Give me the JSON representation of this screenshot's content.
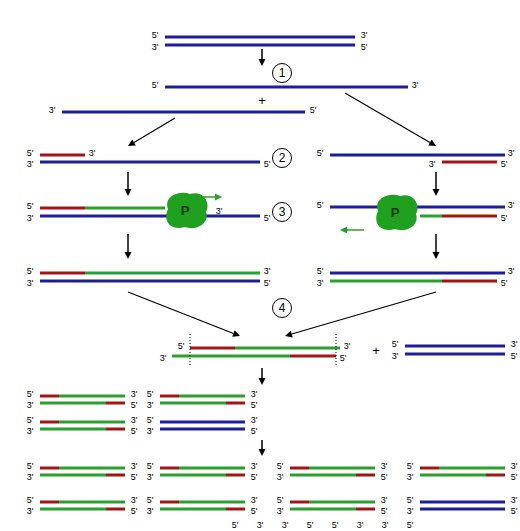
{
  "diagram": {
    "nodes": [
      {
        "text": [
          "1"
        ]
      },
      {
        "text": [
          "2"
        ]
      },
      {
        "text": [
          "P"
        ]
      },
      {
        "text": [
          "3"
        ]
      },
      {
        "text": [
          "P"
        ]
      },
      {
        "text": [
          "4"
        ]
      }
    ],
    "labels": [
      "5'",
      "3'",
      "3'",
      "5'",
      "5'",
      "3'",
      "+",
      "3'",
      "5'",
      "5'",
      "3'",
      "3'",
      "5'",
      "5'",
      "3'",
      "3'",
      "5'",
      "5'",
      "3'",
      "3'",
      "5'",
      "5'",
      "3'",
      "5'",
      "5'",
      "3'",
      "3'",
      "5'",
      "5'",
      "3'",
      "3'",
      "5'",
      "5'",
      "3'",
      "3'",
      "5'",
      "+",
      "5'",
      "3'",
      "3'",
      "5'",
      "5'",
      "3'",
      "3'",
      "5'",
      "5'",
      "3'",
      "3'",
      "5'",
      "5'",
      "3'",
      "3'",
      "5'",
      "5'",
      "3'",
      "3'",
      "5'",
      "5'",
      "3'",
      "3'",
      "5'",
      "5'",
      "3'",
      "3'",
      "5'",
      "5'",
      "3'",
      "3'",
      "5'",
      "5'",
      "3'",
      "3'",
      "5'",
      "5'",
      "3'",
      "3'",
      "5'",
      "5'",
      "3'",
      "3'",
      "5'",
      "5'",
      "3'",
      "3'",
      "5'",
      "5'",
      "3'",
      "3'",
      "5'",
      "5'",
      "3'",
      "3'",
      "5'",
      "5'",
      "3'",
      "3'",
      "5'"
    ]
  }
}
